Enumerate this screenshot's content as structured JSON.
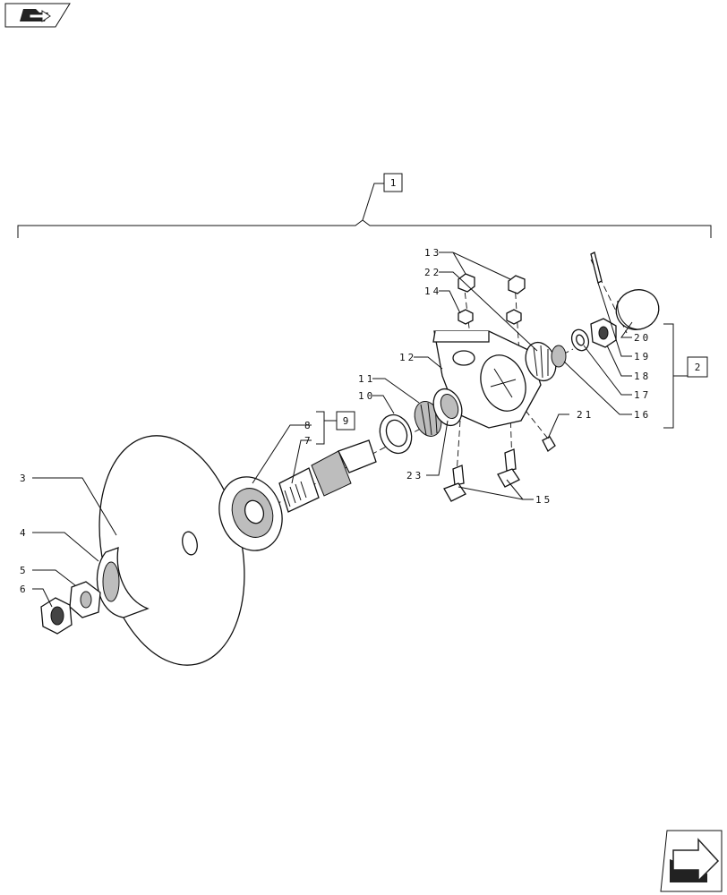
{
  "assembly_label": "1",
  "subassembly_label": "2",
  "kit_label": "9",
  "callouts": {
    "c3": "3",
    "c4": "4",
    "c5": "5",
    "c6": "6",
    "c7": "7",
    "c8": "8",
    "c10": "10",
    "c11": "11",
    "c12": "12",
    "c13": "13",
    "c14": "14",
    "c15": "15",
    "c16": "16",
    "c17": "17",
    "c18": "18",
    "c19": "19",
    "c20": "20",
    "c21": "21",
    "c22": "22",
    "c23": "23"
  }
}
